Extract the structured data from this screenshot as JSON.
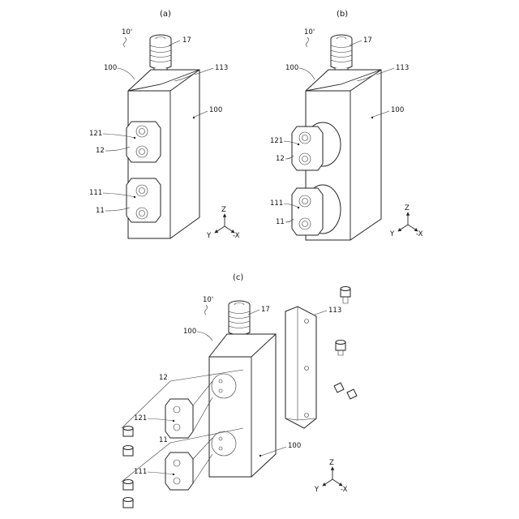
{
  "figures": {
    "a": {
      "title": "(a)",
      "labels": {
        "device": "10'",
        "n17": "17",
        "n100_left": "100",
        "n113": "113",
        "n100_right": "100",
        "n121": "121",
        "n12": "12",
        "n111": "111",
        "n11": "11"
      },
      "axes": {
        "z": "Z",
        "y": "Y",
        "x": "-X"
      }
    },
    "b": {
      "title": "(b)",
      "labels": {
        "device": "10'",
        "n17": "17",
        "n100_left": "100",
        "n113": "113",
        "n100_right": "100",
        "n121": "121",
        "n12": "12",
        "n111": "111",
        "n11": "11"
      },
      "axes": {
        "z": "Z",
        "y": "Y",
        "x": "-X"
      }
    },
    "c": {
      "title": "(c)",
      "labels": {
        "device": "10'",
        "n17": "17",
        "n113": "113",
        "n100_top": "100",
        "n12": "12",
        "n121": "121",
        "n11": "11",
        "n111": "111",
        "n100_bottom": "100"
      },
      "axes": {
        "z": "Z",
        "y": "Y",
        "x": "-X"
      }
    }
  }
}
